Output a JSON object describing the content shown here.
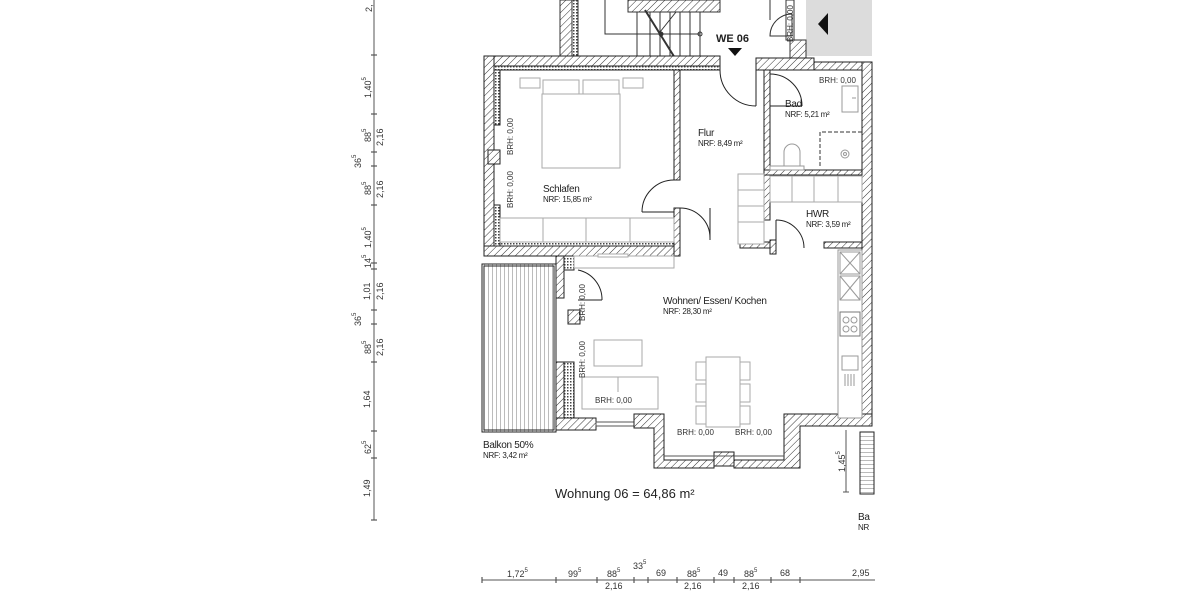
{
  "plan": {
    "unit_tag": "WE 06",
    "total_label": "Wohnung 06 = 64,86 m²",
    "rooms": [
      {
        "id": "schlafen",
        "name": "Schlafen",
        "area": "NRF: 15,85 m²"
      },
      {
        "id": "flur",
        "name": "Flur",
        "area": "NRF: 8,49 m²"
      },
      {
        "id": "bad",
        "name": "Bad",
        "area": "NRF: 5,21 m²"
      },
      {
        "id": "hwr",
        "name": "HWR",
        "area": "NRF: 3,59 m²"
      },
      {
        "id": "wohnen",
        "name": "Wohnen/ Essen/ Kochen",
        "area": "NRF: 28,30 m²"
      },
      {
        "id": "balkon",
        "name": "Balkon 50%",
        "area": "NRF: 3,42 m²"
      },
      {
        "id": "balkon-right",
        "name": "Ba",
        "area": "NR"
      }
    ],
    "brh_label": "BRH: 0,00",
    "dimensions": {
      "vertical_left": [
        {
          "main": "2,",
          "sup": ""
        },
        {
          "main": "1,40",
          "sup": "5"
        },
        {
          "main": "88",
          "sup": "5",
          "sub": "2,16"
        },
        {
          "main": "36",
          "sup": "5"
        },
        {
          "main": "88",
          "sup": "5",
          "sub": "2,16"
        },
        {
          "main": "1,40",
          "sup": "5"
        },
        {
          "main": "14",
          "sup": "5"
        },
        {
          "main": "1,01",
          "sup": "",
          "sub": "2,16"
        },
        {
          "main": "36",
          "sup": "5"
        },
        {
          "main": "88",
          "sup": "5",
          "sub": "2,16"
        },
        {
          "main": "1,64",
          "sup": ""
        },
        {
          "main": "62",
          "sup": "5"
        },
        {
          "main": "1,49",
          "sup": ""
        }
      ],
      "horizontal_bottom": [
        {
          "main": "1,72",
          "sup": "5"
        },
        {
          "main": "99",
          "sup": "5"
        },
        {
          "main": "88",
          "sup": "5",
          "sub": "2,16"
        },
        {
          "main": "33",
          "sup": "5"
        },
        {
          "main": "69",
          "sup": ""
        },
        {
          "main": "88",
          "sup": "5",
          "sub": "2,16"
        },
        {
          "main": "49",
          "sup": ""
        },
        {
          "main": "88",
          "sup": "5",
          "sub": "2,16"
        },
        {
          "main": "68",
          "sup": ""
        },
        {
          "main": "2,95",
          "sup": ""
        }
      ],
      "right_vertical": {
        "main": "1,45",
        "sup": "5"
      }
    }
  }
}
